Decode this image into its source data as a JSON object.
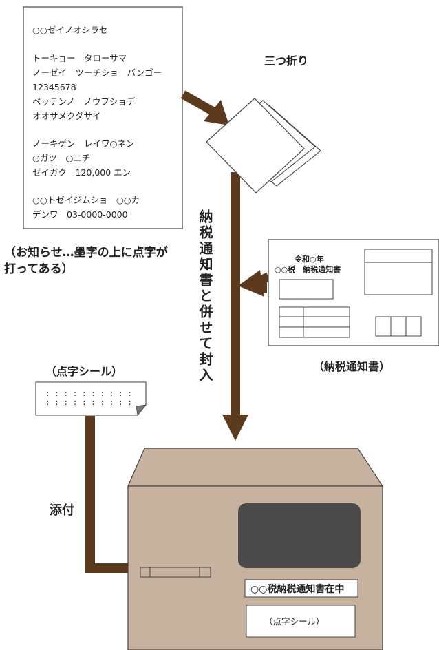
{
  "notice": {
    "lines": [
      "○○ゼイノオシラセ",
      "",
      "トーキョー　タローサマ",
      "ノーゼイ　ツーチショ　バンゴー",
      "12345678",
      "ベッテンノ　ノウフショデ",
      "オオサメクダサイ",
      "",
      "ノーキゲン　レイワ○ネン",
      "○ガツ　○ニチ",
      "ゼイガク　120,000 エン",
      "",
      "○○トゼイジムショ　○○カ",
      "デンワ　03-0000-0000"
    ],
    "caption_line1": "（お知らせ…墨字の上に点字が",
    "caption_line2": "打ってある）"
  },
  "fold_label": "三つ折り",
  "enclose_label": "納税通知書と併せて封入",
  "tax_form": {
    "line1": "令和○年",
    "line2": "○○税　納税通知書",
    "caption": "（納税通知書）"
  },
  "braille_sticker": {
    "caption": "（点字シール）",
    "dots": ": : : :   : :   : : : :"
  },
  "attach_label": "添付",
  "envelope": {
    "stamp": "○○税納税通知書在中",
    "sticker_label": "（点字シール）"
  },
  "colors": {
    "arrow": "#5c3a1e",
    "envelope": "#c6b29e",
    "envelope_flap": "#b9a48f",
    "window": "#4a4a4a"
  }
}
